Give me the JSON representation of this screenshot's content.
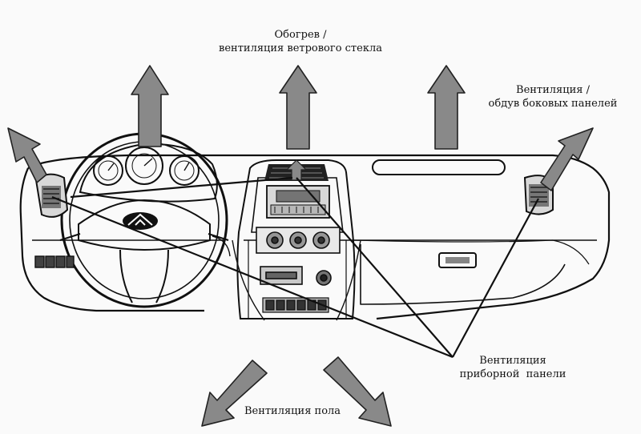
{
  "labels": {
    "windshield": [
      "Обогрев /",
      "вентиляция ветрового стекла"
    ],
    "side": [
      "Вентиляция /",
      "обдув боковых панелей"
    ],
    "panel": [
      "Вентиляция",
      "приборной  панели"
    ],
    "floor": "Вентиляция пола"
  },
  "colors": {
    "arrow_fill": "#8c8c8c",
    "line": "#111111",
    "background": "#ffffff"
  },
  "icons": {
    "brand_logo": "chery-logo-icon"
  }
}
